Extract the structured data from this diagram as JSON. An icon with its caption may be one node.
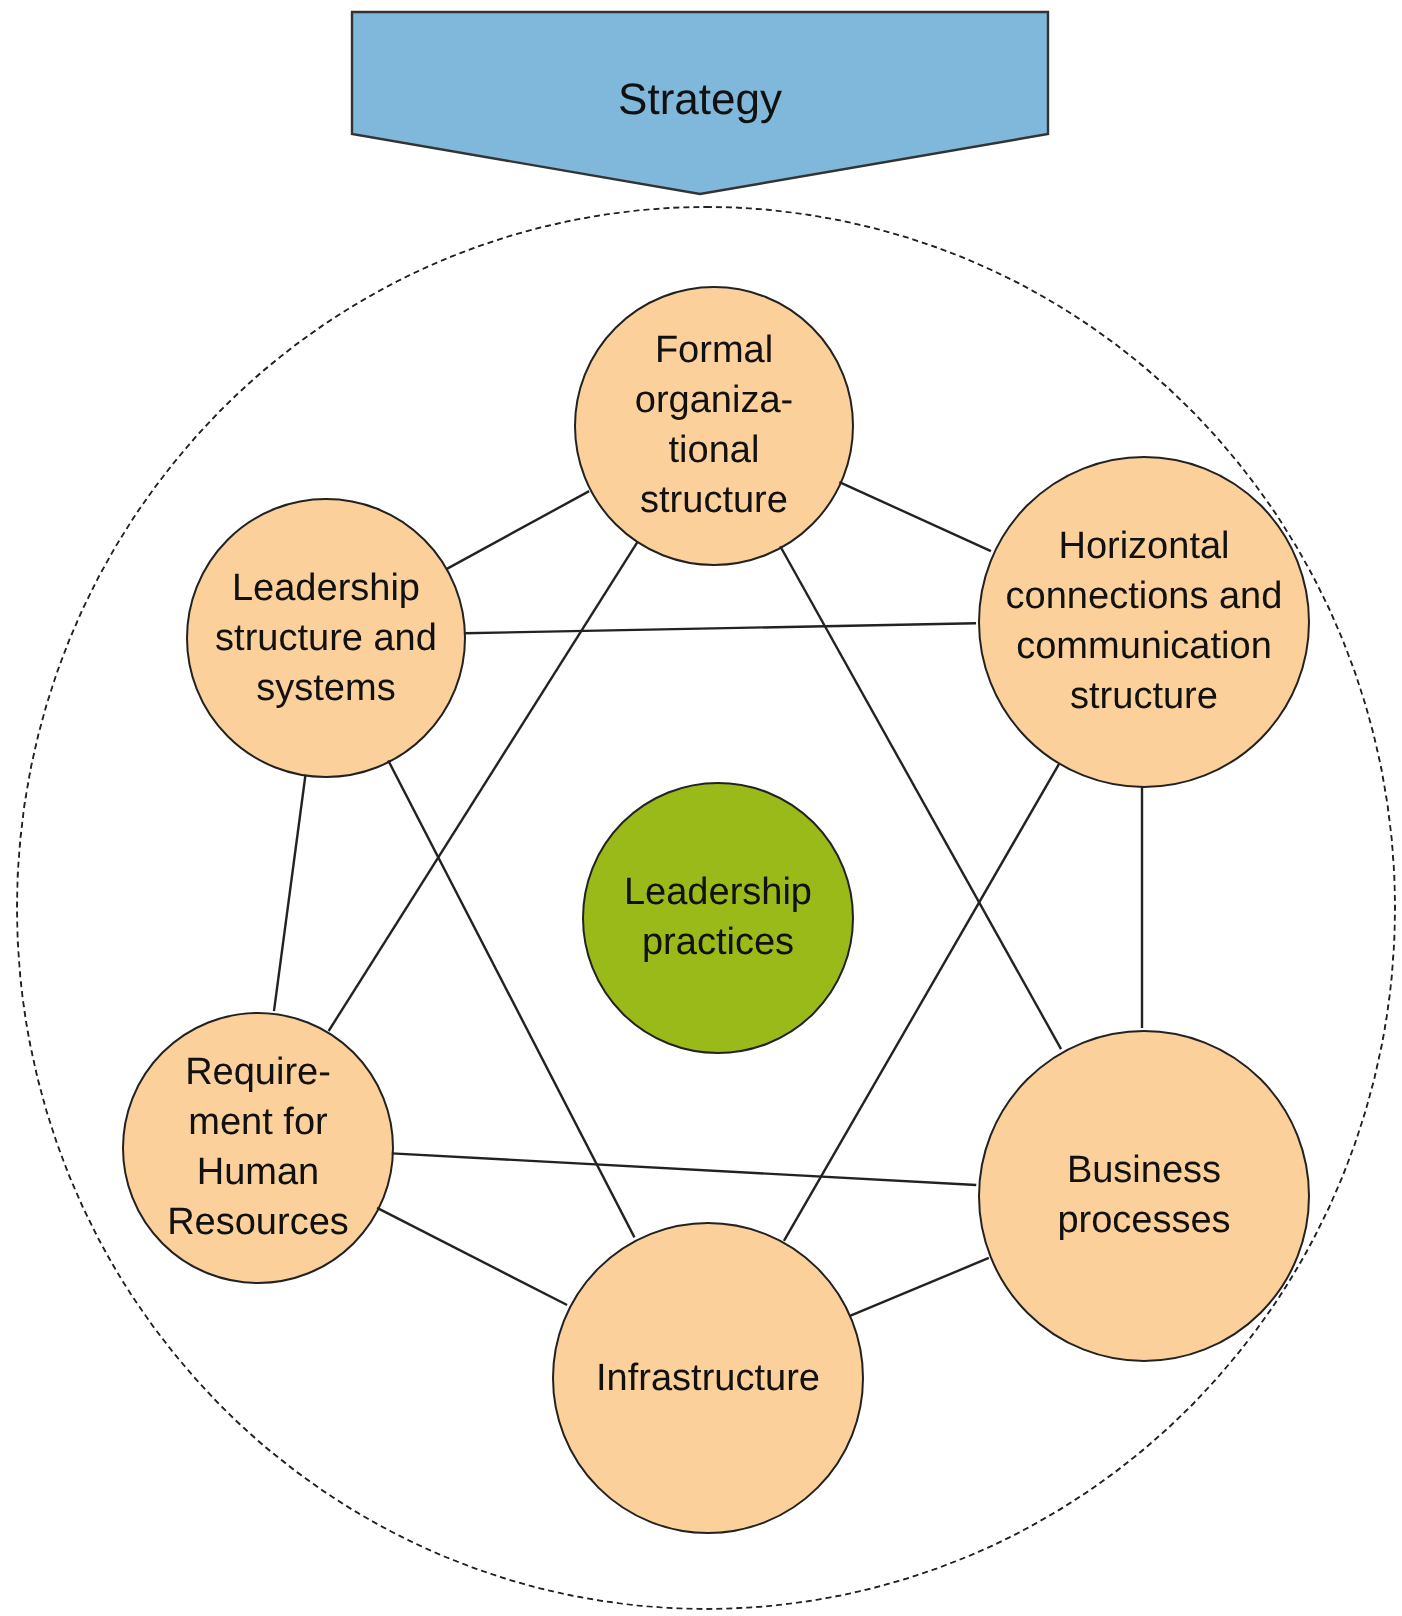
{
  "diagram": {
    "nodes": [
      {
        "text": [
          "Strategy"
        ]
      },
      {
        "text": [],
        "shape": "circle"
      },
      {
        "text": [
          "Formal organiza- tional structure"
        ],
        "in": 1
      },
      {
        "text": [
          "Leadership structure and systems"
        ],
        "in": 1
      },
      {
        "text": [
          "Horizontal connections and communication structure"
        ],
        "in": 1
      },
      {
        "text": [
          "Leadership practices"
        ],
        "in": 1
      },
      {
        "text": [
          "Require- ment for Human Resources"
        ],
        "in": 1
      },
      {
        "text": [
          "Business processes"
        ],
        "in": 1
      },
      {
        "text": [
          "Infrastructure"
        ],
        "in": 1
      }
    ],
    "edges": [
      {
        "from": 2,
        "to": 3,
        "arrow": "none"
      },
      {
        "from": 2,
        "to": 4,
        "arrow": "none"
      },
      {
        "from": 2,
        "to": 6,
        "arrow": "none"
      },
      {
        "from": 2,
        "to": 7,
        "arrow": "none"
      },
      {
        "from": 3,
        "to": 4,
        "arrow": "none"
      },
      {
        "from": 3,
        "to": 6,
        "arrow": "none"
      },
      {
        "from": 3,
        "to": 8,
        "arrow": "none"
      },
      {
        "from": 4,
        "to": 7,
        "arrow": "none"
      },
      {
        "from": 4,
        "to": 8,
        "arrow": "none"
      },
      {
        "from": 6,
        "to": 7,
        "arrow": "none"
      },
      {
        "from": 6,
        "to": 8,
        "arrow": "none"
      },
      {
        "from": 8,
        "to": 7,
        "arrow": "none"
      }
    ]
  }
}
